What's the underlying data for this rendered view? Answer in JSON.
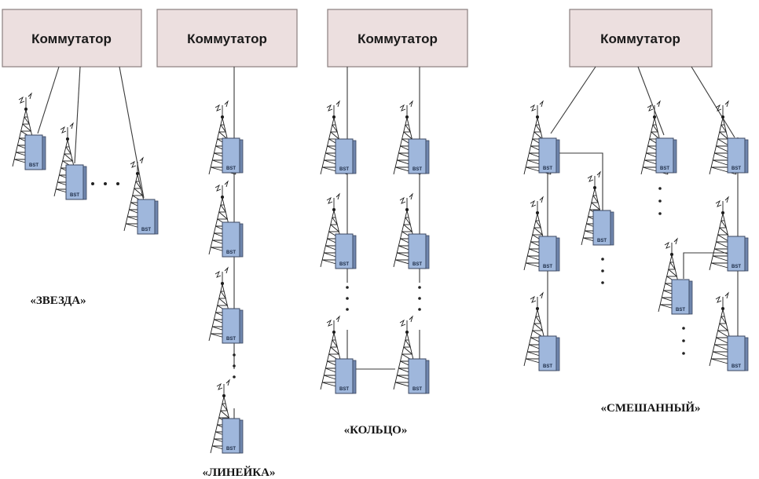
{
  "switch_label": "Коммутатор",
  "station_label": "BST",
  "icons": {
    "tower": "bts-tower-icon"
  },
  "topologies": [
    {
      "id": "star",
      "caption": "«ЗВЕЗДА»"
    },
    {
      "id": "line",
      "caption": "«ЛИНЕЙКА»"
    },
    {
      "id": "ring",
      "caption": "«КОЛЬЦО»"
    },
    {
      "id": "mixed",
      "caption": "«СМЕШАННЫЙ»"
    }
  ],
  "colors": {
    "switch_fill": "#ecdfdf",
    "station_fill": "#9fb7dc"
  }
}
